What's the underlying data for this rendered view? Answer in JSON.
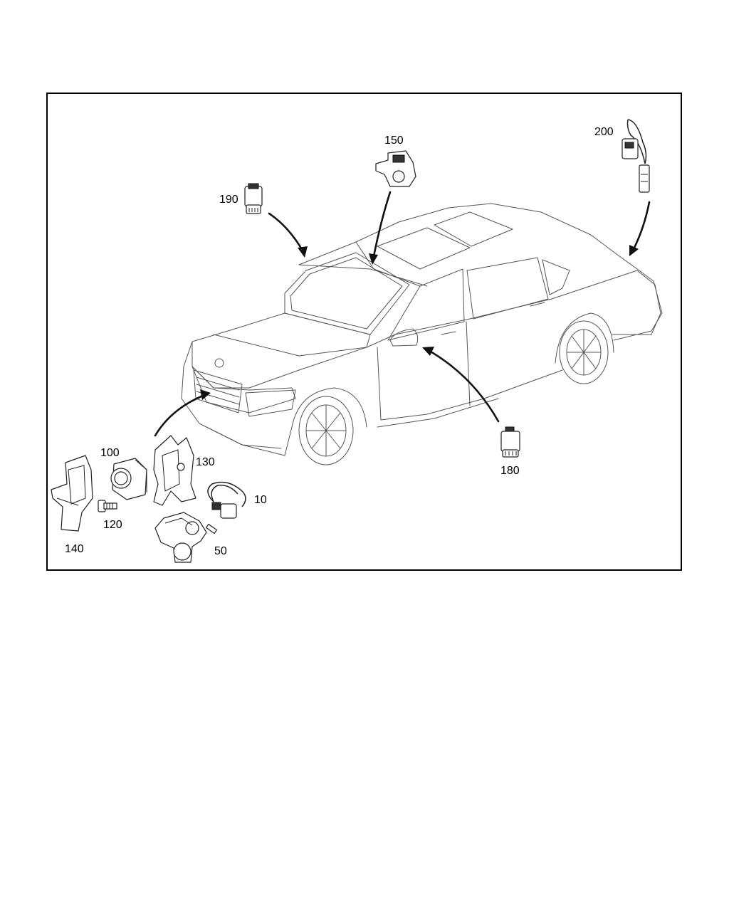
{
  "callouts": {
    "p10": "10",
    "p50": "50",
    "p100": "100",
    "p120": "120",
    "p130": "130",
    "p140": "140",
    "p150": "150",
    "p180": "180",
    "p190": "190",
    "p200": "200"
  },
  "colors": {
    "frame": "#000000",
    "outline": "#555555",
    "part_stroke": "#222222"
  }
}
